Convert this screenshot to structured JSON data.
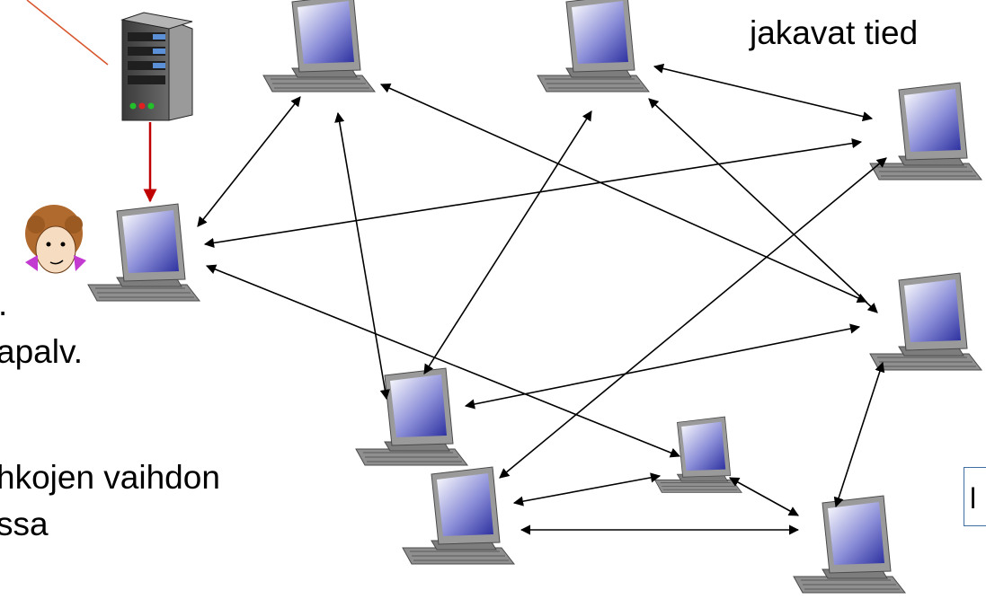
{
  "labels": {
    "top_right": "jakavat tied",
    "left_dot": ".",
    "left_apalv": "apalv.",
    "left_vaihdon": "hkojen vaihdon",
    "left_ssa": "ssa",
    "side_box": "l"
  },
  "colors": {
    "arrow": "#000000",
    "server_arrow": "#c00000",
    "callout_line": "#d9542a",
    "box_border": "#3f6ea3",
    "screen_light": "#ffffff",
    "screen_dark": "#2b2f9e",
    "case_gray": "#8a8a8a"
  },
  "icons": {
    "server": "server-tower-icon",
    "computer": "desktop-computer-icon",
    "user": "girl-avatar-icon"
  }
}
